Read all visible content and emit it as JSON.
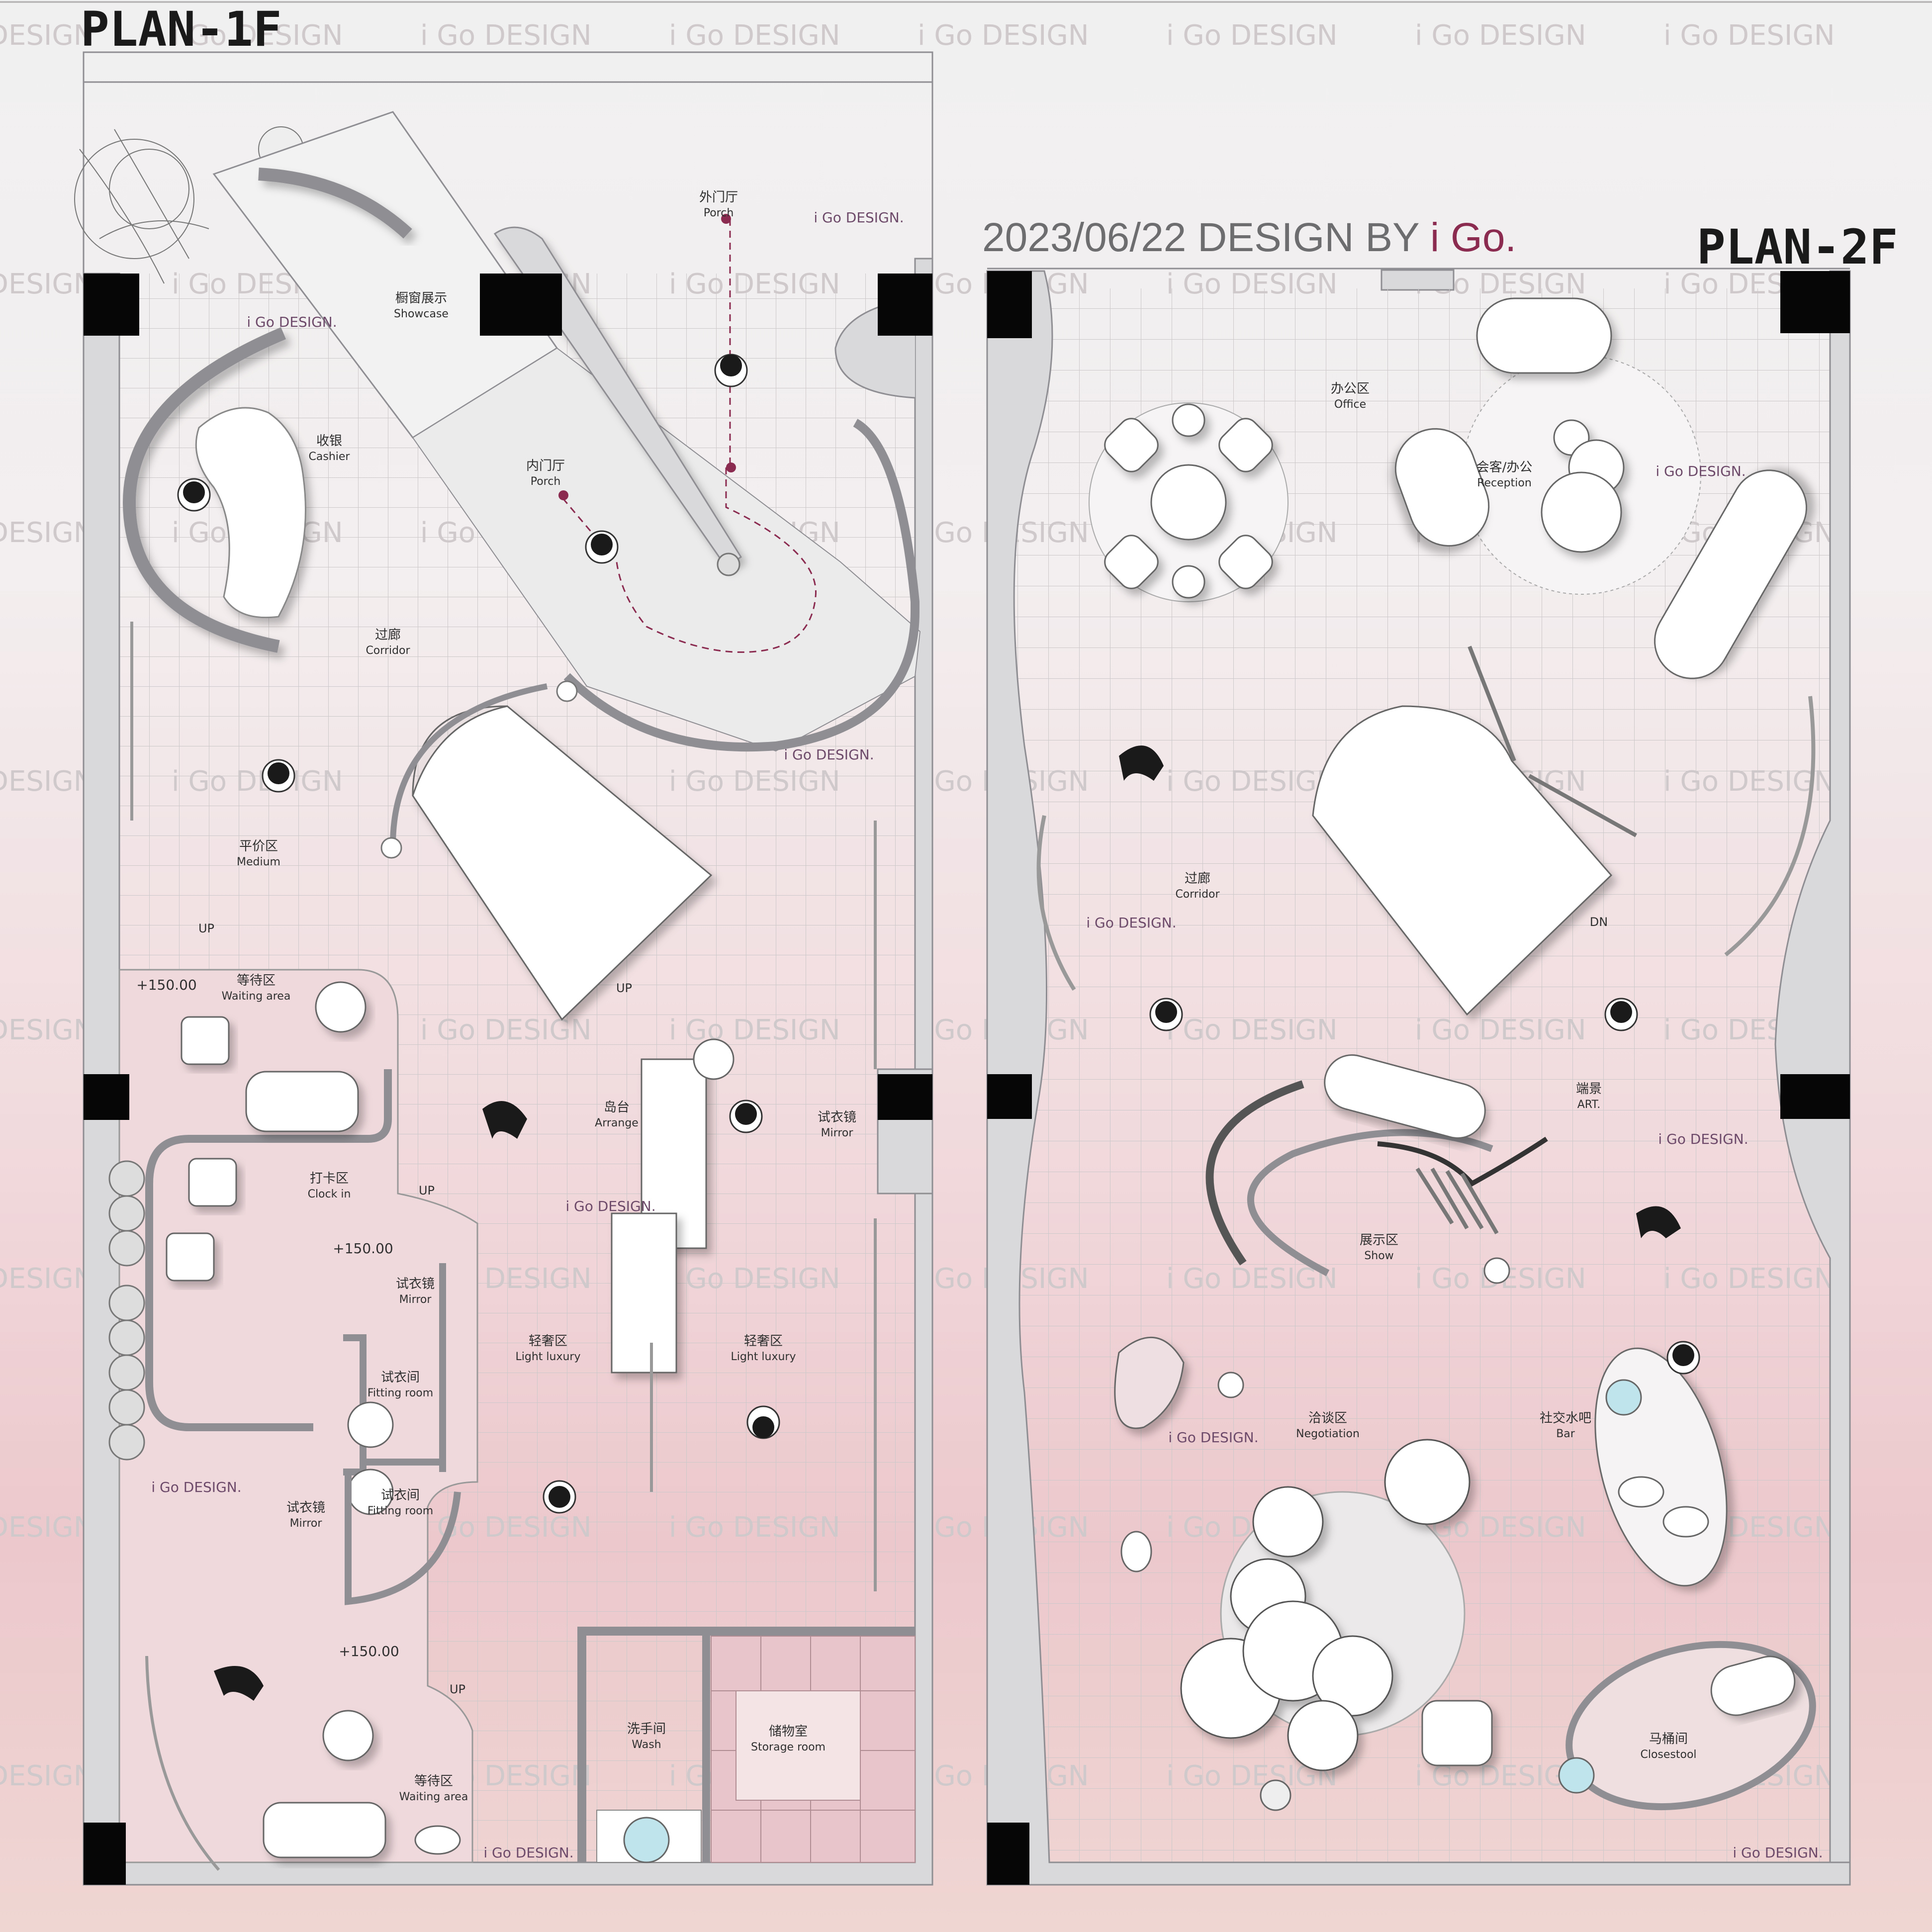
{
  "colors": {
    "wall_fill": "#d9d9db",
    "wall_stroke": "#8e8e93",
    "column": "#060606",
    "grid": "#cdc9ca",
    "furniture": "#ffffff",
    "accent": "#8a2b4f",
    "watermark": "#b9b4b6",
    "text": "#303030",
    "glass": "#bfe4ec"
  },
  "header": {
    "date_prefix": "2023/06/22 DESIGN BY ",
    "brand": "i Go.",
    "brand_color": "#8a2b4f"
  },
  "watermark_text": "i Go DESIGN",
  "signature_text": "i Go DESIGN.",
  "plan1": {
    "title": "PLAN-1F",
    "labels": [
      {
        "cn": "外门厅",
        "en": "Porch"
      },
      {
        "cn": "内门厅",
        "en": "Porch"
      },
      {
        "cn": "橱窗展示",
        "en": "Showcase"
      },
      {
        "cn": "收银",
        "en": "Cashier"
      },
      {
        "cn": "过廊",
        "en": "Corridor"
      },
      {
        "cn": "平价区",
        "en": "Medium"
      },
      {
        "cn": "等待区",
        "en": "Waiting area"
      },
      {
        "cn": "打卡区",
        "en": "Clock in"
      },
      {
        "cn": "岛台",
        "en": "Arrange"
      },
      {
        "cn": "试衣镜",
        "en": "Mirror"
      },
      {
        "cn": "试衣镜",
        "en": "Mirror"
      },
      {
        "cn": "轻奢区",
        "en": "Light luxury"
      },
      {
        "cn": "轻奢区",
        "en": "Light luxury"
      },
      {
        "cn": "试衣间",
        "en": "Fitting room"
      },
      {
        "cn": "试衣间",
        "en": "Fitting room"
      },
      {
        "cn": "试衣镜",
        "en": "Mirror"
      },
      {
        "cn": "洗手间",
        "en": "Wash"
      },
      {
        "cn": "储物室",
        "en": "Storage room"
      },
      {
        "cn": "等待区",
        "en": "Waiting area"
      }
    ],
    "levels": [
      "+150.00",
      "+150.00",
      "+150.00"
    ],
    "up_marks": [
      "UP",
      "UP",
      "UP",
      "UP"
    ]
  },
  "plan2": {
    "title": "PLAN-2F",
    "labels": [
      {
        "cn": "办公区",
        "en": "Office"
      },
      {
        "cn": "会客/办公",
        "en": "Reception"
      },
      {
        "cn": "过廊",
        "en": "Corridor"
      },
      {
        "cn": "端景",
        "en": "ART."
      },
      {
        "cn": "展示区",
        "en": "Show"
      },
      {
        "cn": "洽谈区",
        "en": "Negotiation"
      },
      {
        "cn": "社交水吧",
        "en": "Bar"
      },
      {
        "cn": "马桶间",
        "en": "Closestool"
      }
    ],
    "dn_mark": "DN"
  }
}
